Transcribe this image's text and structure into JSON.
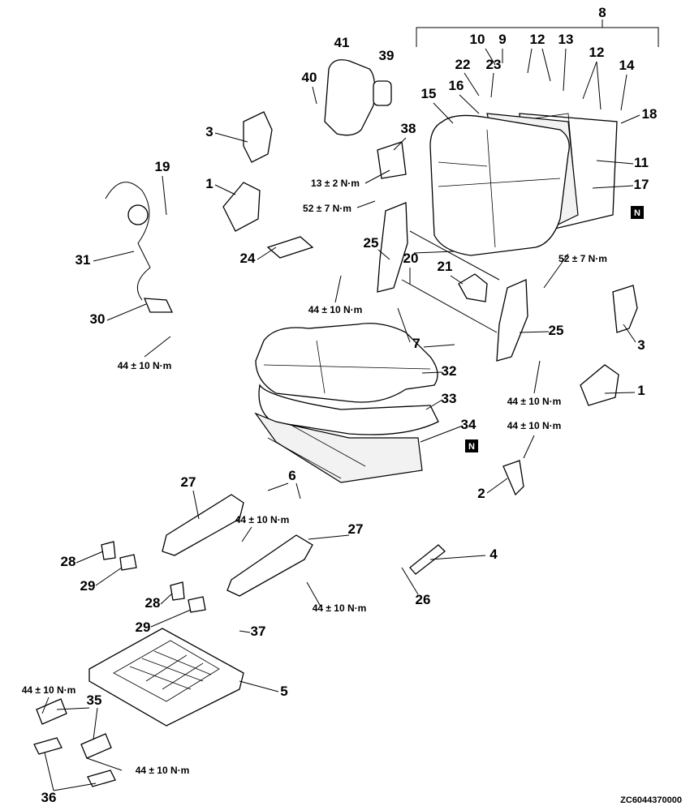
{
  "diagram": {
    "callouts": [
      {
        "text": "8"
      },
      {
        "text": "10"
      },
      {
        "text": "9"
      },
      {
        "text": "12"
      },
      {
        "text": "13"
      },
      {
        "text": "12"
      },
      {
        "text": "14"
      },
      {
        "text": "22"
      },
      {
        "text": "23"
      },
      {
        "text": "18"
      },
      {
        "text": "15"
      },
      {
        "text": "16"
      },
      {
        "text": "11"
      },
      {
        "text": "17"
      },
      {
        "text": "41"
      },
      {
        "text": "39"
      },
      {
        "text": "40"
      },
      {
        "text": "38"
      },
      {
        "text": "3"
      },
      {
        "text": "1"
      },
      {
        "text": "19"
      },
      {
        "text": "31"
      },
      {
        "text": "30"
      },
      {
        "text": "24"
      },
      {
        "text": "25"
      },
      {
        "text": "20"
      },
      {
        "text": "21"
      },
      {
        "text": "7"
      },
      {
        "text": "25"
      },
      {
        "text": "3"
      },
      {
        "text": "32"
      },
      {
        "text": "33"
      },
      {
        "text": "1"
      },
      {
        "text": "34"
      },
      {
        "text": "2"
      },
      {
        "text": "6"
      },
      {
        "text": "27"
      },
      {
        "text": "27"
      },
      {
        "text": "4"
      },
      {
        "text": "26"
      },
      {
        "text": "28"
      },
      {
        "text": "29"
      },
      {
        "text": "28"
      },
      {
        "text": "29"
      },
      {
        "text": "37"
      },
      {
        "text": "5"
      },
      {
        "text": "35"
      },
      {
        "text": "36"
      }
    ],
    "torques": [
      {
        "text": "13 ± 2 N·m"
      },
      {
        "text": "52 ± 7 N·m"
      },
      {
        "text": "52 ± 7 N·m"
      },
      {
        "text": "44 ± 10 N·m"
      },
      {
        "text": "44 ± 10 N·m"
      },
      {
        "text": "44 ± 10 N·m"
      },
      {
        "text": "44 ± 10 N·m"
      },
      {
        "text": "44 ± 10 N·m"
      },
      {
        "text": "44 ± 10 N·m"
      },
      {
        "text": "44 ± 10 N·m"
      },
      {
        "text": "44 ± 10 N·m"
      }
    ],
    "non_reusable_marks": [
      {
        "text": "N"
      },
      {
        "text": "N"
      }
    ],
    "figure_code": "ZC6044370000"
  }
}
